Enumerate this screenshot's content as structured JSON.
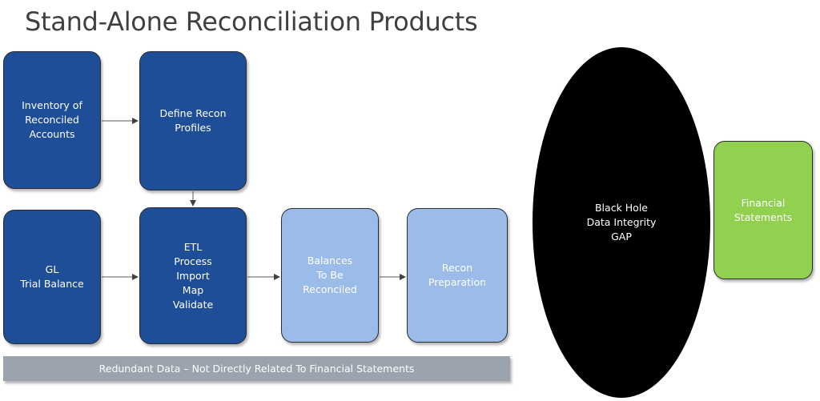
{
  "title": "Stand-Alone Reconciliation Products",
  "nodes": {
    "inventory": "Inventory of\nReconciled\nAccounts",
    "define_recon": "Define Recon\nProfiles",
    "gl": "GL\nTrial Balance",
    "etl": "ETL\nProcess\nImport\nMap\nValidate",
    "balances": "Balances\nTo Be\nReconciled",
    "recon_prep": "Recon\nPreparation",
    "black_hole": "Black Hole\nData Integrity\nGAP",
    "financial_statements": "Financial\nStatements"
  },
  "banner": "Redundant Data – Not Directly Related To Financial Statements",
  "colors": {
    "dark_blue": "#1f4e99",
    "light_blue": "#9bbbe8",
    "green": "#92d050",
    "banner_gray": "#9ba4ae",
    "black_hole": "#000000"
  }
}
